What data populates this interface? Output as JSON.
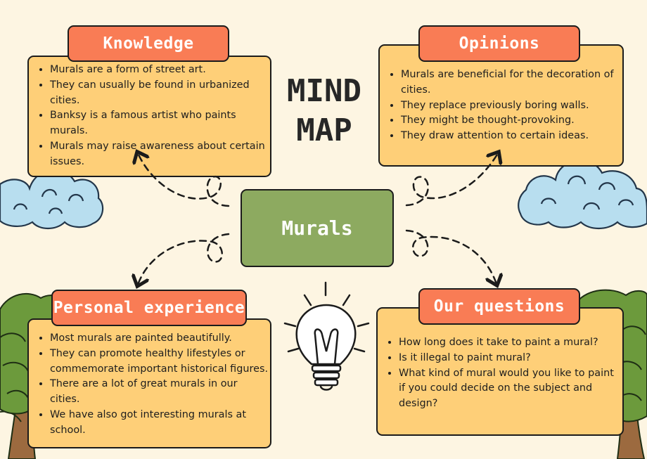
{
  "title": {
    "line1": "MIND",
    "line2": "MAP"
  },
  "center": {
    "label": "Murals"
  },
  "knowledge": {
    "title": "Knowledge",
    "items": [
      "Murals are a form of street art.",
      "They can usually be found in urbanized cities.",
      "Banksy is a famous artist who paints murals.",
      "Murals may raise awareness  about certain issues."
    ]
  },
  "opinions": {
    "title": "Opinions",
    "items": [
      "Murals are beneficial for the decoration of cities.",
      "They replace previously boring walls.",
      "They might be thought-provoking.",
      "They draw attention to certain ideas."
    ]
  },
  "personal": {
    "title": "Personal experience",
    "items": [
      "Most murals are painted beautifully.",
      "They can promote healthy lifestyles or commemorate important historical figures.",
      "There are a lot of great murals in our cities.",
      "We have also got interesting murals at school."
    ]
  },
  "questions": {
    "title": "Our questions",
    "items": [
      "How long does it take to paint a mural?",
      "Is it illegal to paint mural?",
      "What kind of mural would you like to paint if you could decide on the subject and design?"
    ]
  },
  "colors": {
    "background": "#fdf5e2",
    "box_fill": "#fecf78",
    "tab_fill": "#f97c55",
    "center_fill": "#8daa60",
    "cloud": "#b8deef",
    "tree_leaves": "#6c9a3c",
    "tree_trunk": "#9c6a3f"
  },
  "icons": [
    "cloud-icon",
    "tree-icon",
    "lightbulb-icon",
    "dashed-arrow-icon"
  ]
}
